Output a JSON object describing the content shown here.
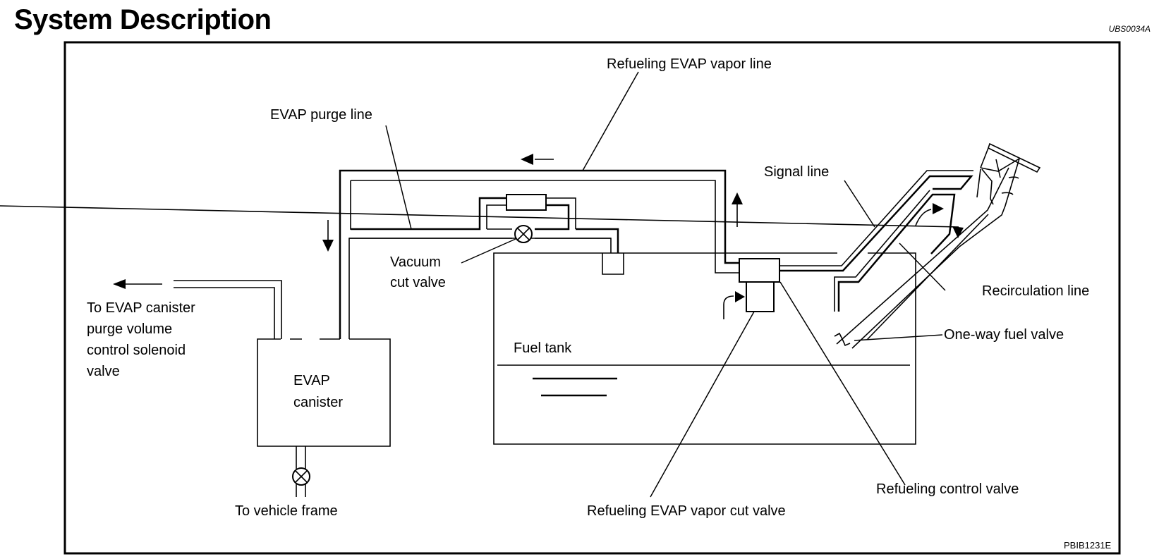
{
  "header": {
    "title": "System Description",
    "section_code": "UBS0034A"
  },
  "figure": {
    "figure_code": "PBIB1231E",
    "labels": {
      "refueling_evap_vapor_line": "Refueling EVAP vapor line",
      "evap_purge_line": "EVAP purge line",
      "signal_line": "Signal line",
      "vacuum_cut_valve_1": "Vacuum",
      "vacuum_cut_valve_2": "cut valve",
      "to_solenoid_1": "To EVAP canister",
      "to_solenoid_2": "purge volume",
      "to_solenoid_3": "control solenoid",
      "to_solenoid_4": "valve",
      "evap_canister_1": "EVAP",
      "evap_canister_2": "canister",
      "fuel_tank": "Fuel tank",
      "recirculation_line": "Recirculation line",
      "one_way_fuel_valve": "One-way fuel valve",
      "refueling_control_valve": "Refueling control valve",
      "refueling_evap_vapor_cut_valve": "Refueling EVAP vapor cut valve",
      "to_vehicle_frame": "To vehicle frame"
    }
  }
}
